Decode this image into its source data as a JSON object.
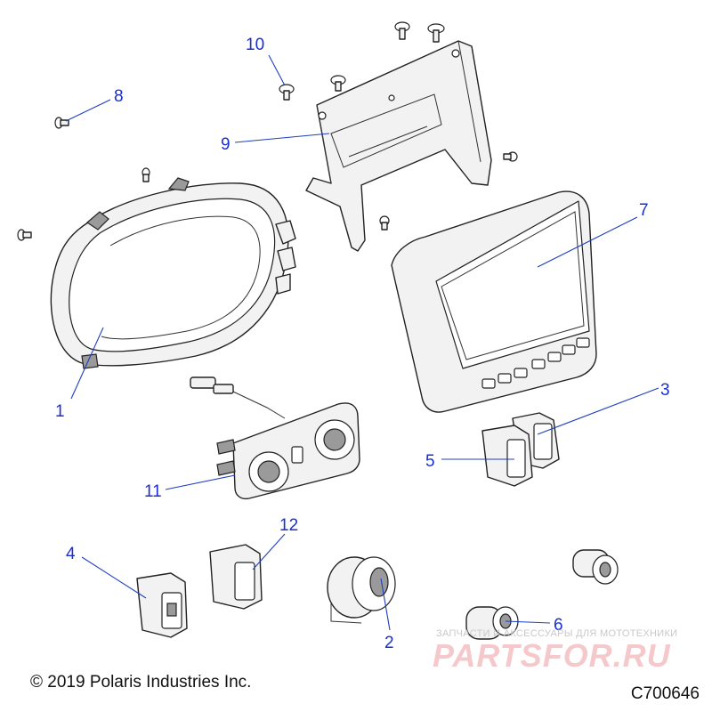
{
  "callouts": {
    "c1": "1",
    "c2": "2",
    "c3": "3",
    "c4": "4",
    "c5": "5",
    "c6": "6",
    "c7": "7",
    "c8": "8",
    "c9": "9",
    "c10": "10",
    "c11": "11",
    "c12": "12"
  },
  "copyright": "© 2019 Polaris Industries Inc.",
  "diagram_id": "C700646",
  "watermark": {
    "tagline": "ЗАПЧАСТИ И АКСЕССУАРЫ ДЛЯ МОТОТЕХНИКИ",
    "logo": "PARTSFOR.RU"
  },
  "colors": {
    "callout": "#1a2fd0",
    "leader": "#1f3fbf",
    "watermark": "#dc3c46"
  }
}
